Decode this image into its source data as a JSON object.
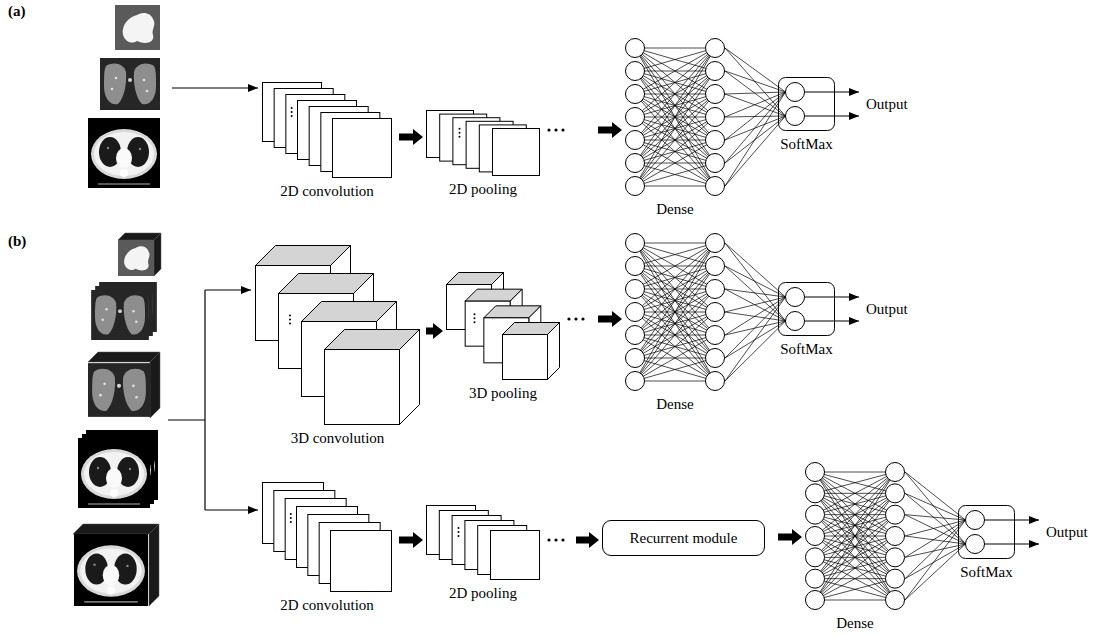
{
  "diagram": {
    "nodes": [
      {
        "text": [
          "2D convolution"
        ]
      },
      {
        "text": [
          "2D pooling"
        ]
      },
      {
        "text": [
          "Dense"
        ]
      },
      {
        "text": [
          "SoftMax"
        ]
      },
      {
        "text": [
          "3D convolution"
        ]
      },
      {
        "text": [
          "3D pooling"
        ]
      },
      {
        "text": [
          "Dense"
        ]
      },
      {
        "text": [
          "SoftMax"
        ]
      },
      {
        "text": [
          "2D convolution"
        ]
      },
      {
        "text": [
          "2D pooling"
        ]
      },
      {
        "text": [
          "Recurrent module"
        ]
      },
      {
        "text": [
          "Dense"
        ]
      },
      {
        "text": [
          "SoftMax"
        ]
      }
    ],
    "edges": [
      {
        "from": 0,
        "to": 1,
        "arrow": "to"
      },
      {
        "from": 1,
        "to": 2,
        "arrow": "to"
      },
      {
        "from": 2,
        "to": 3,
        "arrow": "none"
      },
      {
        "from": 4,
        "to": 5,
        "arrow": "to"
      },
      {
        "from": 5,
        "to": 6,
        "arrow": "to"
      },
      {
        "from": 6,
        "to": 7,
        "arrow": "none"
      },
      {
        "from": 8,
        "to": 9,
        "arrow": "to"
      },
      {
        "from": 9,
        "to": 10,
        "arrow": "to"
      },
      {
        "from": 10,
        "to": 11,
        "arrow": "to"
      },
      {
        "from": 11,
        "to": 12,
        "arrow": "none"
      }
    ],
    "labels": [
      "(a)",
      "(b)",
      "Output",
      "Output",
      "Output"
    ]
  }
}
